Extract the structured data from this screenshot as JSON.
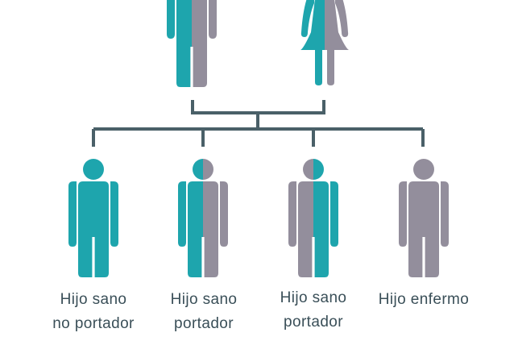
{
  "colors": {
    "carrier_teal": "#1ea5ad",
    "affected_gray": "#938e9c",
    "line": "#4a6068",
    "text": "#3a4f58"
  },
  "parents": [
    {
      "id": "father",
      "figure": "male-figure-icon",
      "left_fill": "teal",
      "right_fill": "gray"
    },
    {
      "id": "mother",
      "figure": "female-figure-icon",
      "left_fill": "teal",
      "right_fill": "gray"
    }
  ],
  "children": [
    {
      "id": "child-1",
      "figure": "male-figure-icon",
      "left_fill": "teal",
      "right_fill": "teal",
      "label_lines": [
        "Hijo sano",
        "no portador"
      ]
    },
    {
      "id": "child-2",
      "figure": "male-figure-icon",
      "left_fill": "teal",
      "right_fill": "gray",
      "label_lines": [
        "Hijo sano",
        "portador"
      ]
    },
    {
      "id": "child-3",
      "figure": "male-figure-icon",
      "left_fill": "gray",
      "right_fill": "teal",
      "label_lines": [
        "Hijo sano",
        "portador"
      ]
    },
    {
      "id": "child-4",
      "figure": "male-figure-icon",
      "left_fill": "gray",
      "right_fill": "gray",
      "label_lines": [
        "Hijo enfermo"
      ]
    }
  ]
}
